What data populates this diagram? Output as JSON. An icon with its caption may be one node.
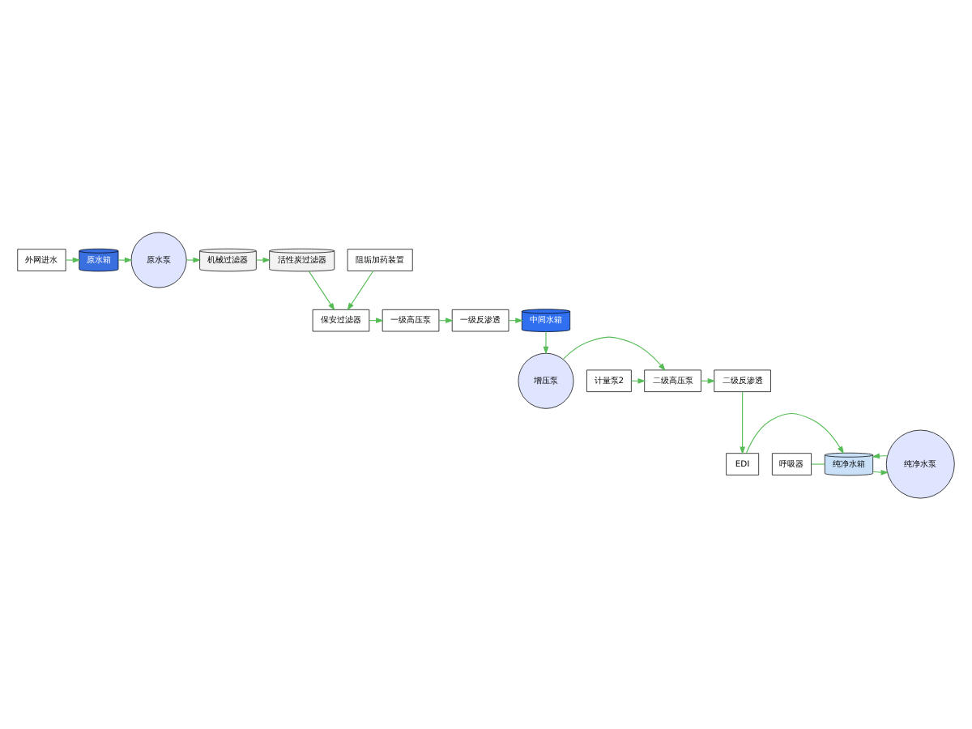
{
  "diagram": {
    "nodes": [
      {
        "text": [
          "外网进水"
        ]
      },
      {
        "text": [
          "原水箱"
        ]
      },
      {
        "text": [
          "原水泵"
        ]
      },
      {
        "text": [
          "机械过滤器"
        ]
      },
      {
        "text": [
          "活性炭过滤器"
        ]
      },
      {
        "text": [
          "阻垢加药装置"
        ]
      },
      {
        "text": [
          "保安过滤器"
        ]
      },
      {
        "text": [
          "一级高压泵"
        ]
      },
      {
        "text": [
          "一级反渗透"
        ]
      },
      {
        "text": [
          "中间水箱"
        ]
      },
      {
        "text": [
          "增压泵"
        ]
      },
      {
        "text": [
          "计量泵2"
        ]
      },
      {
        "text": [
          "二级高压泵"
        ]
      },
      {
        "text": [
          "二级反渗透"
        ]
      },
      {
        "text": [
          "EDI"
        ]
      },
      {
        "text": [
          "纯净水箱"
        ]
      },
      {
        "text": [
          "呼吸器"
        ]
      },
      {
        "text": [
          "纯净水泵"
        ]
      }
    ],
    "edges": [
      {
        "from": 0,
        "to": 1,
        "arrow": "to"
      },
      {
        "from": 1,
        "to": 2,
        "arrow": "to"
      },
      {
        "from": 2,
        "to": 3,
        "arrow": "to"
      },
      {
        "from": 3,
        "to": 4,
        "arrow": "to"
      },
      {
        "from": 4,
        "to": 6,
        "arrow": "to"
      },
      {
        "from": 5,
        "to": 6,
        "arrow": "to"
      },
      {
        "from": 6,
        "to": 7,
        "arrow": "to"
      },
      {
        "from": 7,
        "to": 8,
        "arrow": "to"
      },
      {
        "from": 8,
        "to": 9,
        "arrow": "to"
      },
      {
        "from": 9,
        "to": 10,
        "arrow": "to"
      },
      {
        "from": 10,
        "to": 12,
        "arrow": "to"
      },
      {
        "from": 11,
        "to": 12,
        "arrow": "to"
      },
      {
        "from": 12,
        "to": 13,
        "arrow": "to"
      },
      {
        "from": 13,
        "to": 14,
        "arrow": "to"
      },
      {
        "from": 14,
        "to": 15,
        "arrow": "to"
      },
      {
        "from": 16,
        "to": 15,
        "arrow": "none"
      },
      {
        "from": 15,
        "to": 17,
        "arrow": "to"
      },
      {
        "from": 17,
        "to": 15,
        "arrow": "to"
      }
    ]
  }
}
